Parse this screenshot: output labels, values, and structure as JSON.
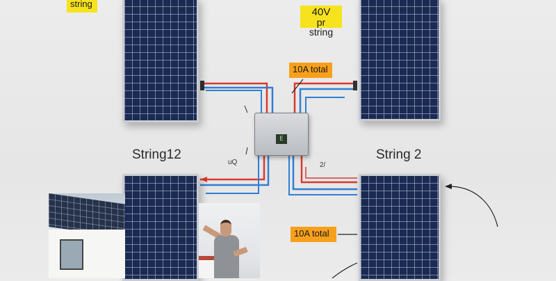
{
  "callouts": {
    "top_left": "string",
    "voltage_line1": "40V",
    "voltage_line2": "pr",
    "voltage_line3": "string",
    "current_top": "10A total",
    "current_bottom": "10A total"
  },
  "labels": {
    "string_left": "String12",
    "string_right": "String 2",
    "note_left": "uQ",
    "note_right": "2/"
  },
  "device": {
    "display_text": "E"
  },
  "colors": {
    "positive_wire": "#d83a2e",
    "negative_wire": "#2f7fd4",
    "panel_cell": "#1b2a52",
    "callout_yellow": "#f7e21e",
    "callout_orange": "#f6a01c"
  }
}
